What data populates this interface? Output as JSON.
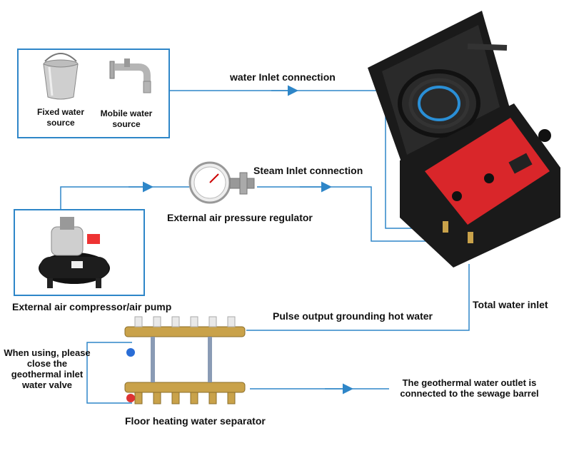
{
  "labels": {
    "water_inlet_connection": "water Inlet connection",
    "fixed_water_source": "Fixed water source",
    "mobile_water_source": "Mobile water source",
    "steam_inlet_connection": "Steam Inlet connection",
    "external_air_pressure_regulator": "External air pressure regulator",
    "external_air_compressor": "External air compressor/air pump",
    "total_water_inlet": "Total water inlet",
    "pulse_output": "Pulse output grounding hot water",
    "when_using_note": "When using, please close the geothermal inlet water valve",
    "geothermal_outlet_note": "The geothermal water outlet is connected to the sewage barrel",
    "floor_heating_separator": "Floor heating water separator"
  },
  "colors": {
    "line": "#2e86c8",
    "machine_red": "#d9262a",
    "case_black": "#1a1a1a",
    "brass": "#c9a24a"
  },
  "icons": [
    "bucket-icon",
    "faucet-icon",
    "pressure-gauge-icon",
    "air-compressor-icon",
    "steam-cleaner-machine",
    "manifold-icon"
  ]
}
